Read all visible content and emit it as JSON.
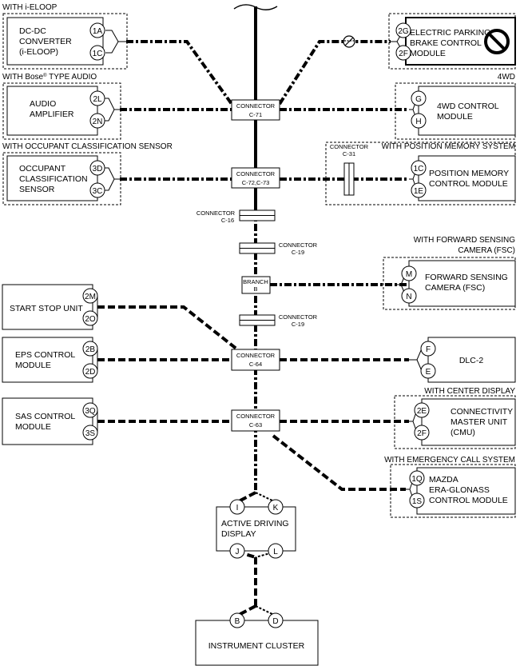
{
  "groups": {
    "ieloop": "WITH i-ELOOP",
    "bose_a": "WITH Bose",
    "bose_reg": "®",
    "bose_b": " TYPE AUDIO",
    "occupant": "WITH OCCUPANT CLASSIFICATION SENSOR",
    "fwd4": "4WD",
    "position": "WITH POSITION MEMORY SYSTEM",
    "fsc_1": "WITH FORWARD SENSING",
    "fsc_2": "CAMERA (FSC)",
    "center": "WITH CENTER DISPLAY",
    "emergency": "WITH EMERGENCY CALL SYSTEM"
  },
  "modules": {
    "dcdc": [
      "DC-DC",
      "CONVERTER",
      "(i-ELOOP)"
    ],
    "epb": [
      "ELECTRIC PARKING",
      "BRAKE CONTROL",
      "MODULE"
    ],
    "audio": [
      "AUDIO",
      "AMPLIFIER"
    ],
    "fwd": [
      "4WD CONTROL",
      "MODULE"
    ],
    "ocs": [
      "OCCUPANT",
      "CLASSIFICATION",
      "SENSOR"
    ],
    "pos": [
      "POSITION MEMORY",
      "CONTROL MODULE"
    ],
    "fsc": [
      "FORWARD SENSING",
      "CAMERA (FSC)"
    ],
    "ssu": [
      "START STOP UNIT"
    ],
    "eps": [
      "EPS CONTROL",
      "MODULE"
    ],
    "dlc": [
      "DLC-2"
    ],
    "sas": [
      "SAS CONTROL",
      "MODULE"
    ],
    "cmu": [
      "CONNECTIVITY",
      "MASTER UNIT",
      "(CMU)"
    ],
    "era": [
      "MAZDA",
      "ERA-GLONASS",
      "CONTROL MODULE"
    ],
    "add": [
      "ACTIVE DRIVING",
      "DISPLAY"
    ],
    "ic": [
      "INSTRUMENT CLUSTER"
    ]
  },
  "pins": {
    "dcdc_1": "1A",
    "dcdc_2": "1C",
    "epb_1": "2G",
    "epb_2": "2F",
    "audio_1": "2L",
    "audio_2": "2N",
    "fwd_1": "G",
    "fwd_2": "H",
    "ocs_1": "3D",
    "ocs_2": "3C",
    "pos_1": "1C",
    "pos_2": "1E",
    "fsc_1": "M",
    "fsc_2": "N",
    "ssu_1": "2M",
    "ssu_2": "2O",
    "eps_1": "2B",
    "eps_2": "2D",
    "dlc_1": "F",
    "dlc_2": "E",
    "sas_1": "3Q",
    "sas_2": "3S",
    "cmu_1": "2E",
    "cmu_2": "2F",
    "era_1": "1Q",
    "era_2": "1S",
    "add_1": "I",
    "add_2": "K",
    "add_3": "J",
    "add_4": "L",
    "ic_1": "B",
    "ic_2": "D"
  },
  "connectors": {
    "c71": [
      "CONNECTOR",
      "C-71"
    ],
    "c72": [
      "CONNECTOR",
      "C-72,C-73"
    ],
    "c31": [
      "CONNECTOR",
      "C-31"
    ],
    "c16": [
      "CONNECTOR",
      "C-16"
    ],
    "c19a": [
      "CONNECTOR",
      "C-19"
    ],
    "branch": [
      "BRANCH",
      "B"
    ],
    "c19b": [
      "CONNECTOR",
      "C-19"
    ],
    "c64": [
      "CONNECTOR",
      "C-64"
    ],
    "c63": [
      "CONNECTOR",
      "C-63"
    ]
  }
}
